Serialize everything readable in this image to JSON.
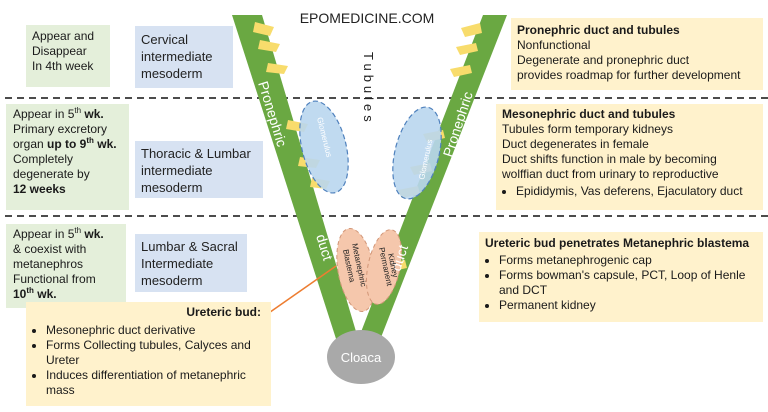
{
  "site_title": "EPOMEDICINE.COM",
  "stage_labels": {
    "cervical": [
      "Cervical",
      "intermediate",
      "mesoderm"
    ],
    "thoracic": [
      "Thoracic & Lumbar",
      "intermediate",
      "mesoderm"
    ],
    "sacral": [
      "Lumbar & Sacral",
      "Intermediate",
      "mesoderm"
    ]
  },
  "timing": {
    "pronephros": [
      "Appear and",
      "Disappear",
      "In 4th week"
    ],
    "mesonephros": {
      "l1_a": "Appear in 5",
      "l1_sup": "th",
      "l1_b": " wk.",
      "l2": "Primary excretory",
      "l3_a": "organ ",
      "l3_bold": "up to 9",
      "l3_sup": "th",
      "l3_bold2": " wk.",
      "l4": "Completely",
      "l5": "degenerate by",
      "l6": "12 weeks"
    },
    "metanephros": {
      "l1_a": "Appear in 5",
      "l1_sup": "th",
      "l1_b": " wk.",
      "l2": "& coexist with",
      "l3": "metanephros",
      "l4": "Functional from",
      "l5_a": "10",
      "l5_sup": "th",
      "l5_b": " wk."
    }
  },
  "notes": {
    "pronephric": {
      "title": "Pronephric duct and tubules",
      "lines": [
        "Nonfunctional",
        "Degenerate and pronephric duct",
        "provides roadmap for further development"
      ]
    },
    "mesonephric": {
      "title": "Mesonephric duct and tubules",
      "lines": [
        "Tubules form temporary kidneys",
        "Duct degenerates in female",
        "Duct shifts function in male by becoming",
        "wolffian duct from urinary to reproductive"
      ],
      "bullets": [
        "Epididymis, Vas deferens, Ejaculatory duct"
      ]
    },
    "ureteric_blastema": {
      "title": "Ureteric bud penetrates Metanephric blastema",
      "bullets": [
        "Forms metanephrogenic cap",
        "Forms bowman's capsule, PCT, Loop of Henle and DCT",
        "Permanent kidney"
      ]
    },
    "ureteric_bud": {
      "title": "Ureteric bud:",
      "bullets": [
        "Mesonephric duct derivative",
        "Forms Collecting tubules, Calyces and Ureter",
        "Induces differentiation of metanephric mass"
      ]
    }
  },
  "diagram_labels": {
    "tubules": "Tubules",
    "pronephric_left": "Pronephric",
    "pronephric_right": "Pronephric",
    "duct_left": "duct",
    "duct_right": "duct",
    "glomerulus_left": "Glomerulus",
    "glomerulus_right": "Glomerulus",
    "metanephric_1": "Metanephric",
    "metanephric_2": "Blastema",
    "permanent_1": "Permanent",
    "permanent_2": "Kidney",
    "cloaca": "Cloaca"
  },
  "colors": {
    "duct_green": "#6aa842",
    "tubule_yellow": "#f8dc6c",
    "glomerulus_blue": "#b9d6ee",
    "blastema_peach": "#f5c7ac",
    "cloaca_gray": "#a9a9a9",
    "pointer_orange": "#ed7d31"
  }
}
